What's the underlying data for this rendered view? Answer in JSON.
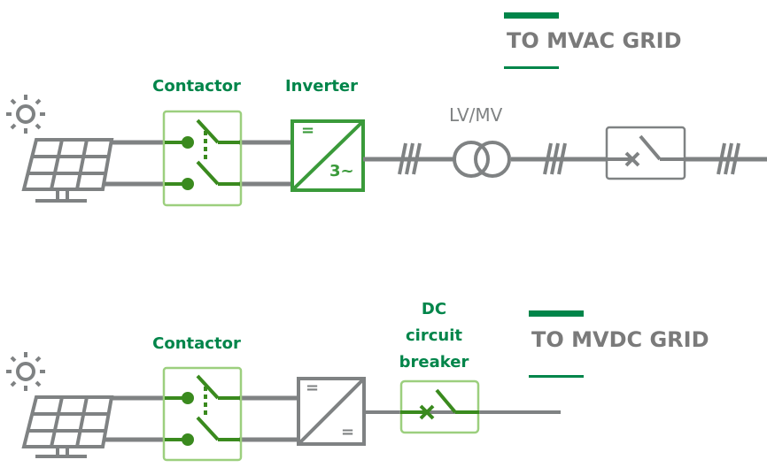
{
  "diagram": {
    "ac": {
      "contactor_label": "Contactor",
      "inverter_label": "Inverter",
      "inverter_dc_symbol": "=",
      "inverter_ac_symbol": "3~",
      "transformer_label": "LV/MV",
      "grid_label": "TO MVAC GRID"
    },
    "dc": {
      "contactor_label": "Contactor",
      "converter_symbol_in": "=",
      "converter_symbol_out": "=",
      "breaker_label_line1": "DC",
      "breaker_label_line2": "circuit",
      "breaker_label_line3": "breaker",
      "grid_label": "TO MVDC GRID"
    },
    "colors": {
      "green_dark": "#00854a",
      "green_mid": "#3a9a3a",
      "green_light": "#9ccf7e",
      "gray": "#7f8283"
    }
  }
}
